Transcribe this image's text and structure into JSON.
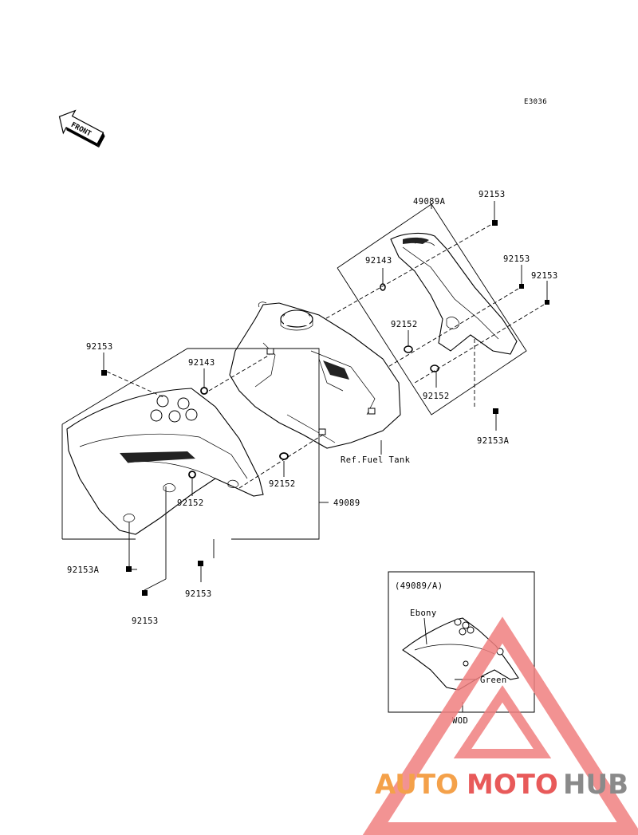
{
  "diagram_code": "E3036",
  "front_arrow": {
    "text": "FRONT",
    "icon": "front-arrow-icon"
  },
  "labels": {
    "l_49089A": "49089A",
    "l_92153_tr1": "92153",
    "l_92153_tr2": "92153",
    "l_92153_tr3": "92153",
    "l_92143_r": "92143",
    "l_92152_r1": "92152",
    "l_92152_r2": "92152",
    "l_92153A_r": "92153A",
    "l_ref_tank": "Ref.Fuel Tank",
    "l_92153_l": "92153",
    "l_92143_l": "92143",
    "l_92152_c": "92152",
    "l_92152_l": "92152",
    "l_49089": "49089",
    "l_92153A_l": "92153A",
    "l_92153_b1": "92153",
    "l_92153_b2": "92153"
  },
  "inset": {
    "title": "(49089/A)",
    "ebony": "Ebony",
    "green": "Green",
    "variant": "WOD"
  },
  "watermark": {
    "part1": "AUTO",
    "part2": "MOTO",
    "part3": "HUB",
    "color_orange": "#f4a14a",
    "color_red": "#e85a5a",
    "color_gray": "#8a8a8a",
    "color_logo": "#f08080"
  }
}
